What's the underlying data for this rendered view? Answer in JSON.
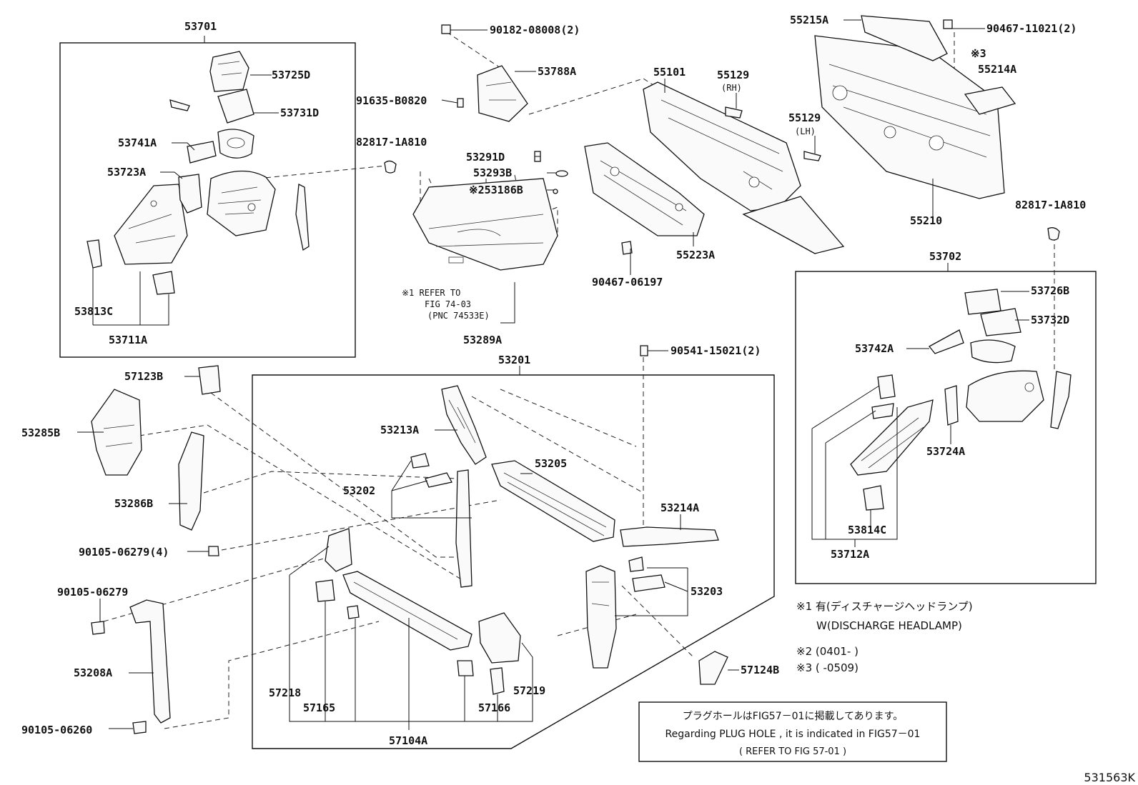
{
  "diagram_id": "531563K",
  "part_labels": {
    "p53701": "53701",
    "p53725D": "53725D",
    "p53731D": "53731D",
    "p53741A": "53741A",
    "p53723A": "53723A",
    "p53813C": "53813C",
    "p53711A": "53711A",
    "p90182": "90182-08008(2)",
    "p53788A": "53788A",
    "p91635": "91635-B0820",
    "p82817a": "82817-1A810",
    "p53291D": "53291D",
    "p53293B": "53293B",
    "p53186B": "※253186B",
    "p53289A": "53289A",
    "p55101": "55101",
    "p55129rh": "55129",
    "p55129lh": "55129",
    "p55223A": "55223A",
    "p90467b": "90467-06197",
    "p55215A": "55215A",
    "p90467a": "90467-11021(2)",
    "p55214A": "55214A",
    "p55210": "55210",
    "p82817b": "82817-1A810",
    "p53702": "53702",
    "p53726B": "53726B",
    "p53732D": "53732D",
    "p53742A": "53742A",
    "p53724A": "53724A",
    "p53814C": "53814C",
    "p53712A": "53712A",
    "p53201": "53201",
    "p90541": "90541-15021(2)",
    "p57123B": "57123B",
    "p53285B": "53285B",
    "p53286B": "53286B",
    "p90105a": "90105-06279(4)",
    "p90105b": "90105-06279",
    "p53208A": "53208A",
    "p90105c": "90105-06260",
    "p53213A": "53213A",
    "p53202": "53202",
    "p53205": "53205",
    "p53214A": "53214A",
    "p53203": "53203",
    "p57124B": "57124B",
    "p57218": "57218",
    "p57165": "57165",
    "p57104A": "57104A",
    "p57166": "57166",
    "p57219": "57219"
  },
  "small_labels": {
    "rh": "(RH)",
    "lh": "(LH)",
    "mark3": "※3"
  },
  "refer_note": {
    "line1": "※1 REFER TO",
    "line2": "FIG 74-03",
    "line3": "(PNC 74533E)"
  },
  "footnotes": {
    "f1a": "※1 有(ディスチャージヘッドランプ)",
    "f1b": "W(DISCHARGE HEADLAMP)",
    "f2": "※2 (0401-      )",
    "f3": "※3 (      -0509)"
  },
  "info_box": {
    "line1": "プラグホールはFIG57－01に掲載してあります。",
    "line2": "Regarding PLUG HOLE , it is indicated in FIG57－01",
    "line3": "( REFER TO FIG 57-01 )"
  }
}
